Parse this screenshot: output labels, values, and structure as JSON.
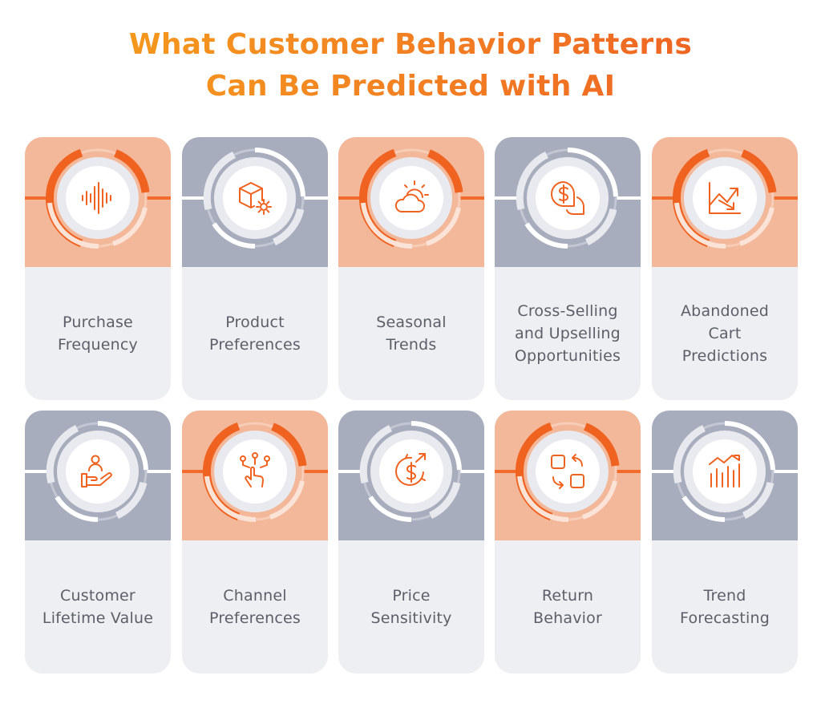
{
  "title": {
    "line1": "What Customer Behavior Patterns",
    "line2": "Can Be Predicted with AI"
  },
  "colors": {
    "accent_orange": "#f0621f",
    "card_orange": "#f3b79a",
    "card_gray": "#a8adbd",
    "card_body": "#eeeff3",
    "title_gradient": [
      "#f6a21a",
      "#ee5a24"
    ]
  },
  "cards": [
    {
      "label": "Purchase\nFrequency",
      "theme": "orange",
      "icon": "sound-wave-icon"
    },
    {
      "label": "Product\nPreferences",
      "theme": "gray",
      "icon": "box-gear-icon"
    },
    {
      "label": "Seasonal\nTrends",
      "theme": "orange",
      "icon": "sun-cloud-icon"
    },
    {
      "label": "Cross-Selling\nand Upselling\nOpportunities",
      "theme": "gray",
      "icon": "dollar-chat-icon"
    },
    {
      "label": "Abandoned\nCart\nPredictions",
      "theme": "orange",
      "icon": "trend-chart-icon"
    },
    {
      "label": "Customer\nLifetime Value",
      "theme": "gray",
      "icon": "hand-person-icon"
    },
    {
      "label": "Channel\nPreferences",
      "theme": "orange",
      "icon": "touch-channels-icon"
    },
    {
      "label": "Price\nSensitivity",
      "theme": "gray",
      "icon": "dollar-cycle-icon"
    },
    {
      "label": "Return\nBehavior",
      "theme": "orange",
      "icon": "swap-boxes-icon"
    },
    {
      "label": "Trend\nForecasting",
      "theme": "gray",
      "icon": "bar-trend-icon"
    }
  ]
}
